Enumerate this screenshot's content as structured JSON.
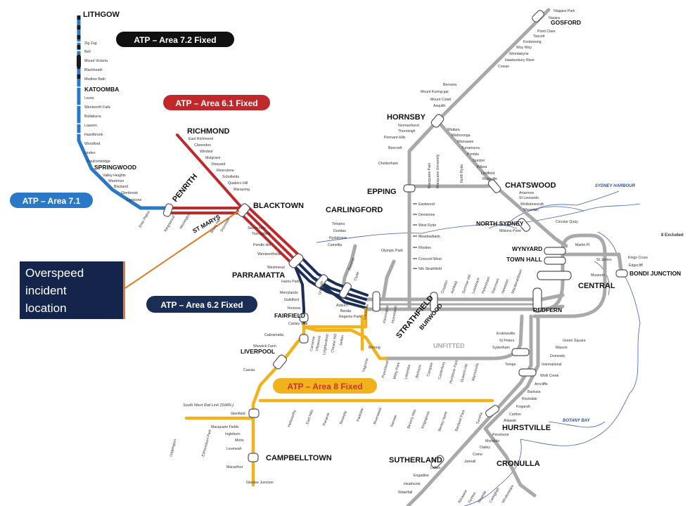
{
  "zones": {
    "a72": {
      "label": "ATP – Area 7.2 Fixed",
      "color": "#1a1a1a"
    },
    "a61": {
      "label": "ATP – Area 6.1 Fixed",
      "color": "#c0282c"
    },
    "a71": {
      "label": "ATP – Area 7.1",
      "color": "#2a78c6"
    },
    "a62": {
      "label": "ATP – Area 6.2 Fixed",
      "color": "#1b2e55"
    },
    "a8": {
      "label": "ATP – Area 8 Fixed",
      "color": "#f0b31c",
      "text_color": "#d0342c"
    }
  },
  "callout": {
    "lines": [
      "Overspeed",
      "incident",
      "location"
    ],
    "line_color": "#e07b2a"
  },
  "unfitted_label": "UNFITTED",
  "water": {
    "sydney_harbour": "SYDNEY HARBOUR",
    "botany_bay": "BOTANY BAY"
  },
  "major_stations": {
    "lithgow": "LITHGOW",
    "katoomba": "KATOOMBA",
    "springwood": "SPRINGWOOD",
    "richmond": "RICHMOND",
    "penrith": "PENRITH",
    "blacktown": "BLACKTOWN",
    "st_marys": "ST MARYS",
    "parramatta": "PARRAMATTA",
    "fairfield": "FAIRFIELD",
    "liverpool": "LIVERPOOL",
    "campbelltown": "CAMPBELLTOWN",
    "carlingford": "CARLINGFORD",
    "epping": "EPPING",
    "hornsby": "HORNSBY",
    "gosford": "GOSFORD",
    "chatswood": "CHATSWOOD",
    "north_sydney": "NORTH SYDNEY",
    "wynyard": "WYNYARD",
    "town_hall": "TOWN HALL",
    "central": "CENTRAL",
    "bondi_junction": "BONDI JUNCTION",
    "strathfield": "STRATHFIELD",
    "redfern": "REDFERN",
    "hurstville": "HURSTVILLE",
    "sutherland": "SUTHERLAND",
    "cronulla": "CRONULLA",
    "burwood": "BURWOOD"
  },
  "misc": {
    "swrl": "South West Rail Link (SWRL)",
    "excluded": "8 Excluded"
  },
  "stations": {
    "blue_mtns": [
      "Zig Zag",
      "Bell",
      "Mount Victoria",
      "Blackheath",
      "Medlow Bath",
      "Leura",
      "Wentworth Falls",
      "Bullaburra",
      "Lawson",
      "Hazelbrook",
      "Woodford",
      "Linden",
      "Faulconbridge",
      "Valley Heights",
      "Warrimoo",
      "Blaxland",
      "Glenbrook",
      "Lapstone"
    ],
    "richmond_line": [
      "East Richmond",
      "Clarendon",
      "Windsor",
      "Mulgrave",
      "Vineyard",
      "Riverstone",
      "Schofields",
      "Quakers Hill",
      "Marayong"
    ],
    "west_inner": [
      "Emu Plains",
      "Kingswood",
      "Werrington",
      "Rooty Hill",
      "Doonside",
      "Seven Hills",
      "Toongabbie",
      "Pendle Hill",
      "Wentworthville",
      "Westmead",
      "Harris Park"
    ],
    "cumberland": [
      "Merrylands",
      "Guildford",
      "Yennora",
      "Canley Vale",
      "Cabramatta",
      "Warwick Farm",
      "Casula"
    ],
    "carlingford_line": [
      "Telopea",
      "Dundas",
      "Rydalmere",
      "Camellia",
      "Rosehill",
      "Clyde",
      "Granville",
      "Auburn",
      "Berala",
      "Regents Park"
    ],
    "bankstown": [
      "Carramar",
      "Villawood",
      "Leightonfield",
      "Chester Hill",
      "Sefton",
      "Birrong",
      "Yagoona",
      "Punchbowl",
      "Wiley Park",
      "Lakemba",
      "Belmore",
      "Campsie",
      "Canterbury",
      "Hurlstone Park",
      "Dulwich Hill",
      "Marrickville"
    ],
    "airport_line": [
      "Glenfield",
      "Macquarie Fields",
      "Ingleburn",
      "Minto",
      "Leumeah",
      "Macarthur",
      "Glenlee Junction",
      "Leppington",
      "Edmondson Park"
    ],
    "east_hills": [
      "Holsworthy",
      "East Hills",
      "Panania",
      "Revesby",
      "Padstow",
      "Riverwood",
      "Narwee",
      "Beverly Hills",
      "Kingsgrove",
      "Bexley North",
      "Bardwell Park",
      "Turrella"
    ],
    "north_shore": [
      "Niagara Park",
      "Narara",
      "Point Clare",
      "Tascott",
      "Koolewong",
      "Woy Woy",
      "Wondabyne",
      "Hawkesbury River",
      "Cowan",
      "Berowra",
      "Mount Kuring-gai",
      "Mount Colah",
      "Asquith",
      "Normanhurst",
      "Thornleigh",
      "Pennant Hills",
      "Beecroft",
      "Cheltenham",
      "Waitara",
      "Wahroonga",
      "Warrawee",
      "Turramurra",
      "Pymble",
      "Gordon",
      "Killara",
      "Lindfield",
      "Roseville",
      "Artarmon",
      "St Leonards",
      "Wollstonecraft",
      "Waverton",
      "Milsons Point",
      "Circular Quay",
      "Martin Pl",
      "Kings Cross",
      "Edgecliff",
      "St James",
      "Museum"
    ],
    "ecrl": [
      "Macquarie Park",
      "Macquarie University",
      "North Ryde"
    ],
    "north_line": [
      "Eastwood",
      "Denistone",
      "West Ryde",
      "Meadowbank",
      "Rhodes",
      "Concord West",
      "Nth Strathfield",
      "Olympic Park",
      "Lidcombe",
      "Flemington",
      "Homebush",
      "Croydon",
      "Ashfield",
      "Summer Hill",
      "Lewisham",
      "Petersham",
      "Stanmore",
      "Newtown",
      "Macdonaldtown"
    ],
    "illawarra": [
      "Erskineville",
      "St Peters",
      "Sydenham",
      "Tempe",
      "Green Square",
      "Mascot",
      "Domestic",
      "International",
      "Wolli Creek",
      "Arncliffe",
      "Banksia",
      "Rockdale",
      "Kogarah",
      "Carlton",
      "Allawah",
      "Penshurst",
      "Mortdale",
      "Oatley",
      "Como",
      "Jannali",
      "Loftus",
      "Engadine",
      "Heathcote",
      "Waterfall",
      "Kirrawee",
      "Gymea",
      "Miranda",
      "Caringbah",
      "Woolooware"
    ]
  }
}
